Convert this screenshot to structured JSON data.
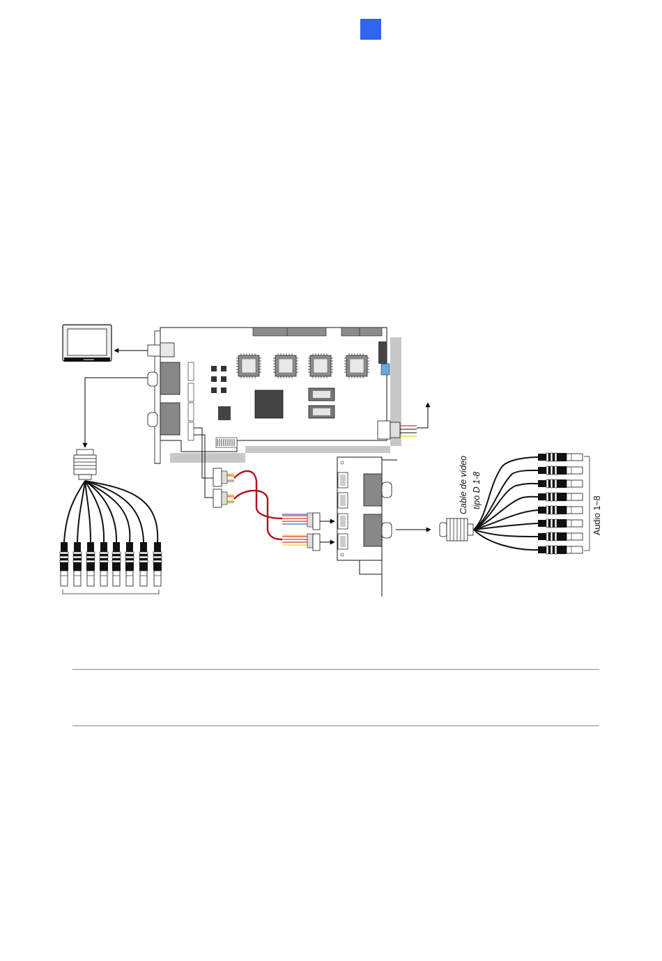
{
  "page_marker_color": "#2f63f0",
  "diagram": {
    "video_cable_label_line1": "Cable de vídeo",
    "video_cable_label_line2": "tipo D 1-8",
    "audio_label": "Audio 1~8"
  },
  "colors": {
    "red_cable": "#b0101a",
    "chip_gray": "#8c8c8c",
    "bracket_gray": "#c8c8c8"
  },
  "icons": [
    "monitor-icon",
    "bnc-connector-icon",
    "d-sub-connector-icon",
    "capture-card",
    "expansion-card"
  ]
}
